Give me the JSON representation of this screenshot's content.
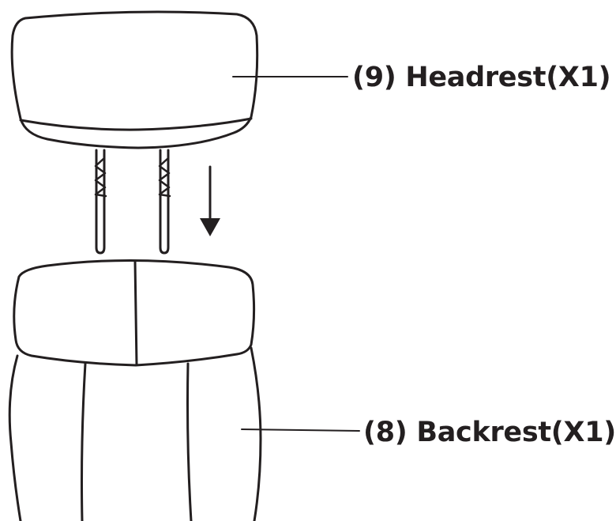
{
  "diagram": {
    "parts": [
      {
        "id": "headrest",
        "label": "(9) Headrest(X1)"
      },
      {
        "id": "backrest",
        "label": "(8) Backrest(X1)"
      }
    ],
    "arrow_direction": "down",
    "colors": {
      "stroke": "#231f20",
      "background": "#ffffff"
    }
  }
}
